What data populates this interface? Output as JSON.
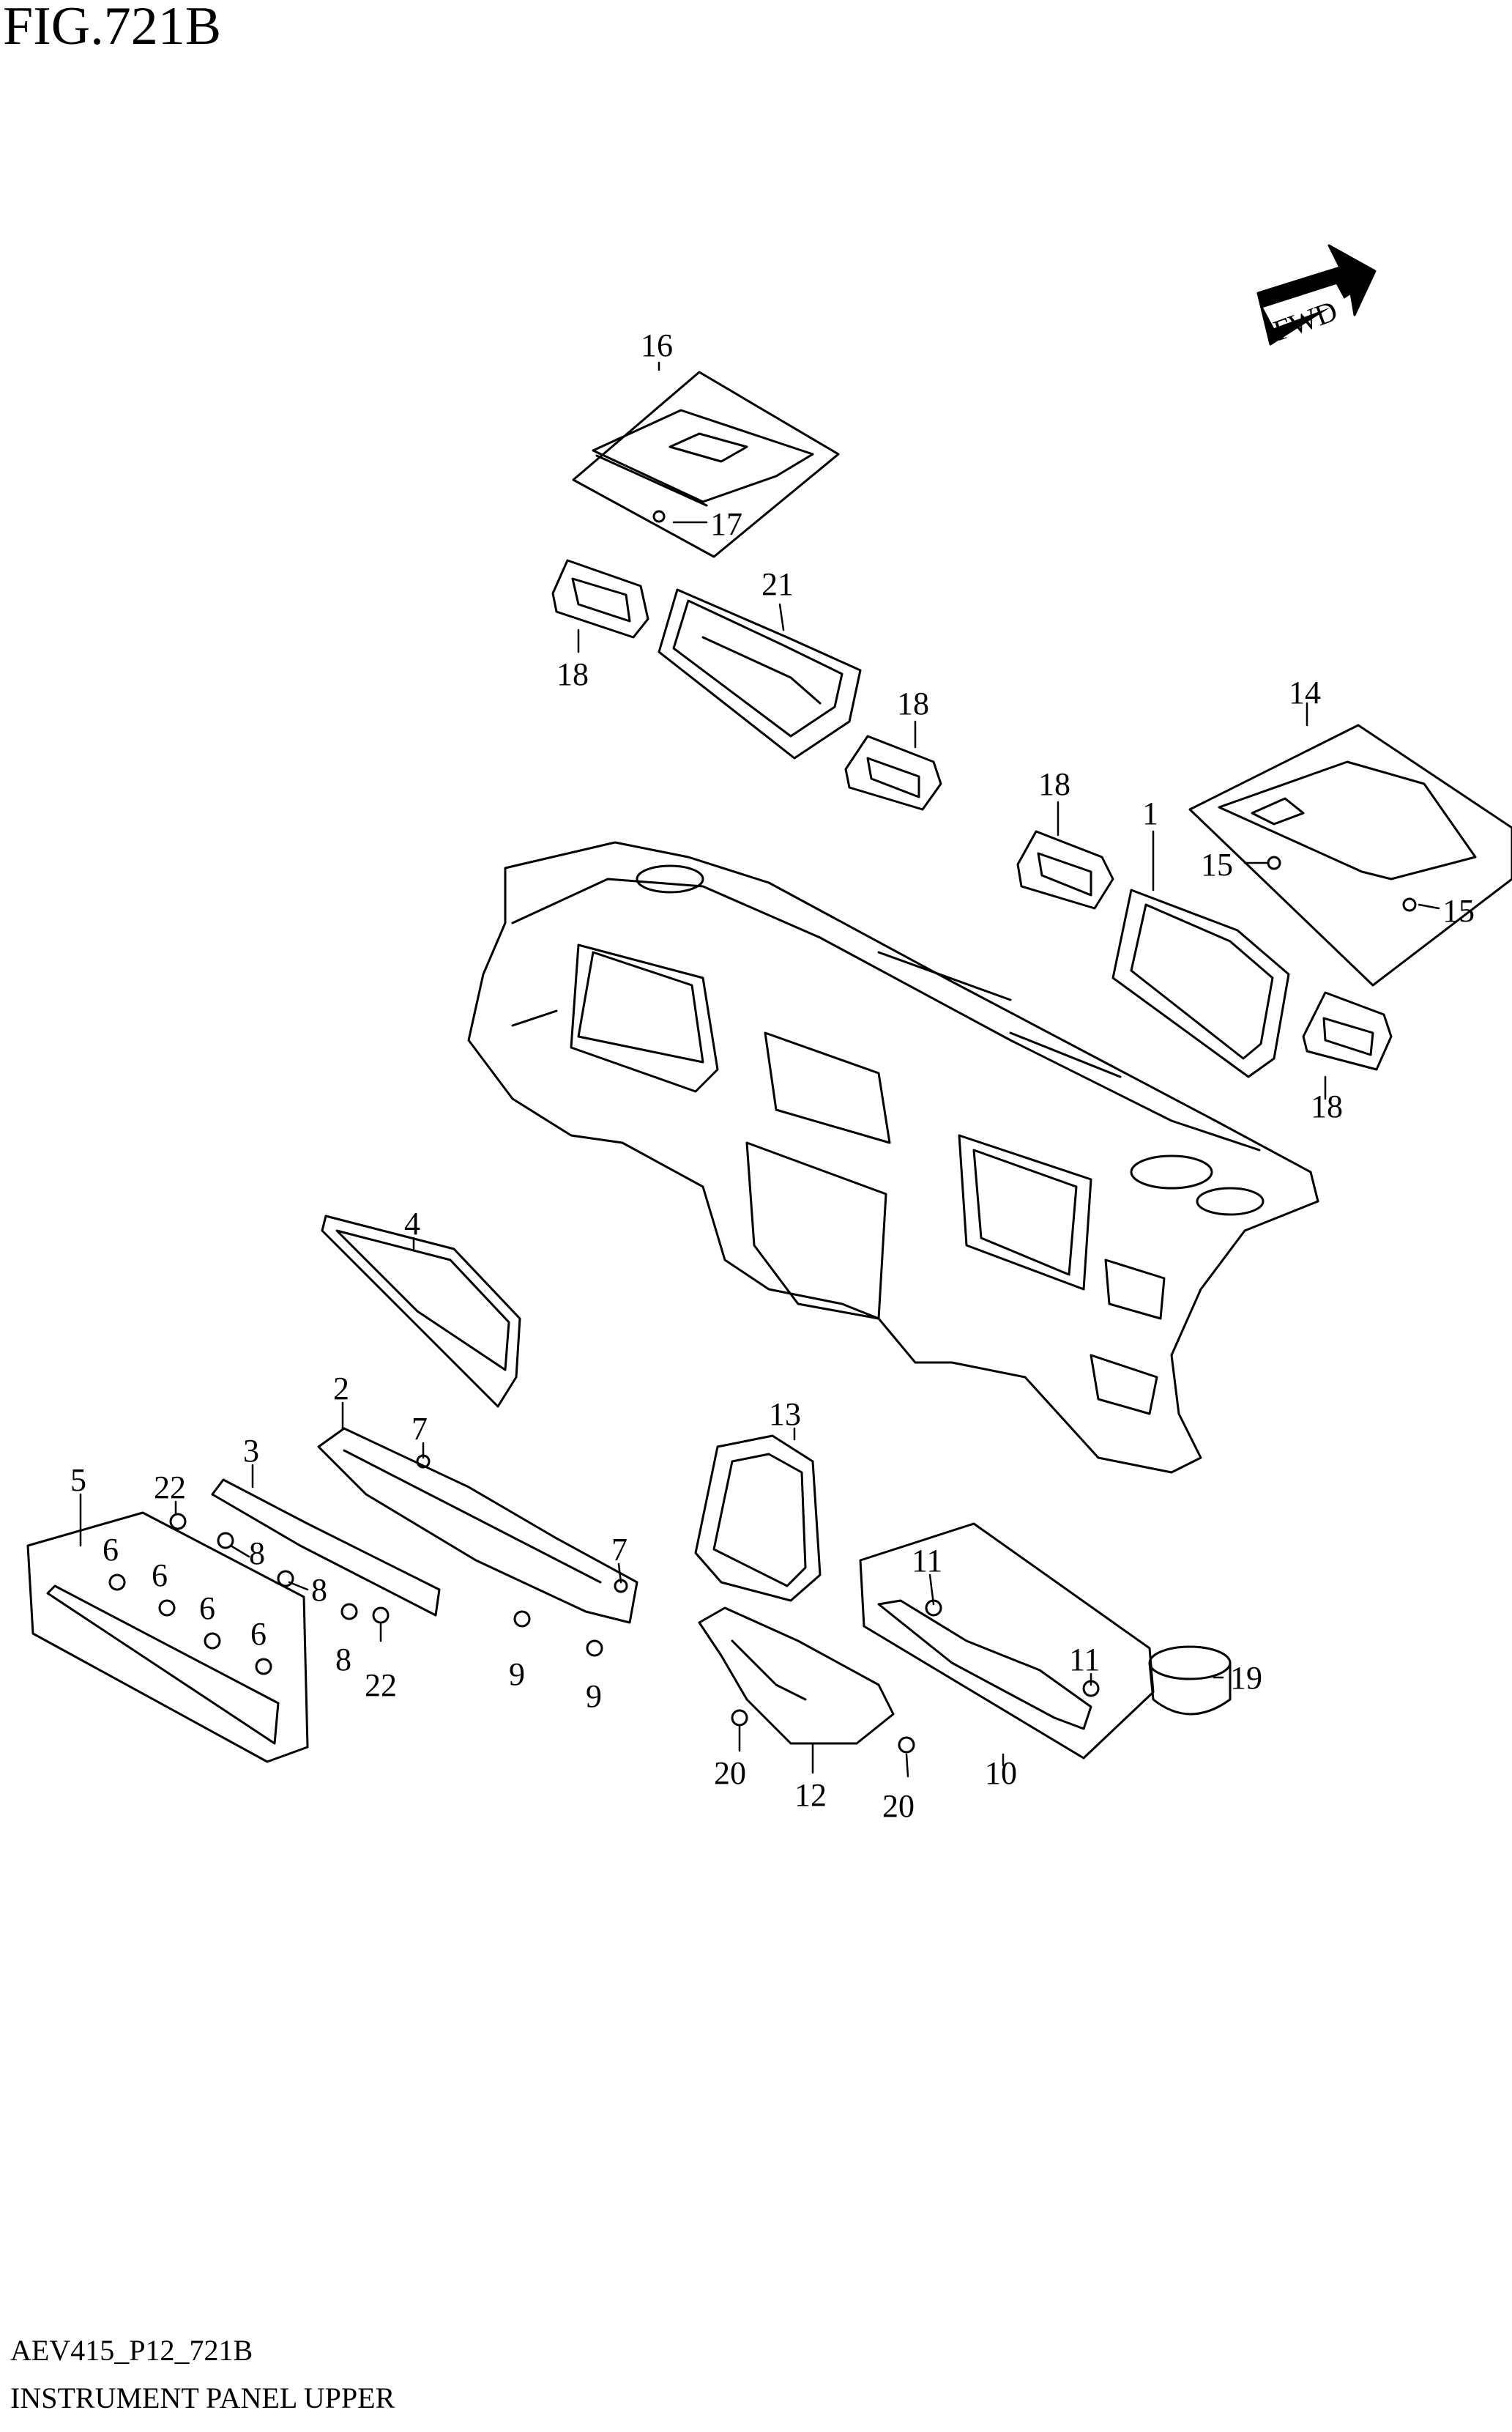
{
  "figure": {
    "title": "FIG.721B",
    "code": "AEV415_P12_721B",
    "caption": "INSTRUMENT PANEL UPPER"
  },
  "fwd_label": "FWD",
  "callouts": [
    {
      "id": "c16",
      "label": "16"
    },
    {
      "id": "c17",
      "label": "17"
    },
    {
      "id": "c21",
      "label": "21"
    },
    {
      "id": "c18a",
      "label": "18"
    },
    {
      "id": "c18b",
      "label": "18"
    },
    {
      "id": "c18c",
      "label": "18"
    },
    {
      "id": "c18d",
      "label": "18"
    },
    {
      "id": "c14",
      "label": "14"
    },
    {
      "id": "c1",
      "label": "1"
    },
    {
      "id": "c15a",
      "label": "15"
    },
    {
      "id": "c15b",
      "label": "15"
    },
    {
      "id": "c4",
      "label": "4"
    },
    {
      "id": "c2",
      "label": "2"
    },
    {
      "id": "c3",
      "label": "3"
    },
    {
      "id": "c7a",
      "label": "7"
    },
    {
      "id": "c7b",
      "label": "7"
    },
    {
      "id": "c22a",
      "label": "22"
    },
    {
      "id": "c22b",
      "label": "22"
    },
    {
      "id": "c5",
      "label": "5"
    },
    {
      "id": "c6a",
      "label": "6"
    },
    {
      "id": "c6b",
      "label": "6"
    },
    {
      "id": "c6c",
      "label": "6"
    },
    {
      "id": "c6d",
      "label": "6"
    },
    {
      "id": "c8a",
      "label": "8"
    },
    {
      "id": "c8b",
      "label": "8"
    },
    {
      "id": "c8c",
      "label": "8"
    },
    {
      "id": "c9a",
      "label": "9"
    },
    {
      "id": "c9b",
      "label": "9"
    },
    {
      "id": "c13",
      "label": "13"
    },
    {
      "id": "c11a",
      "label": "11"
    },
    {
      "id": "c11b",
      "label": "11"
    },
    {
      "id": "c19",
      "label": "19"
    },
    {
      "id": "c10",
      "label": "10"
    },
    {
      "id": "c12",
      "label": "12"
    },
    {
      "id": "c20a",
      "label": "20"
    },
    {
      "id": "c20b",
      "label": "20"
    }
  ],
  "colors": {
    "ink": "#000000",
    "paper": "#ffffff"
  }
}
